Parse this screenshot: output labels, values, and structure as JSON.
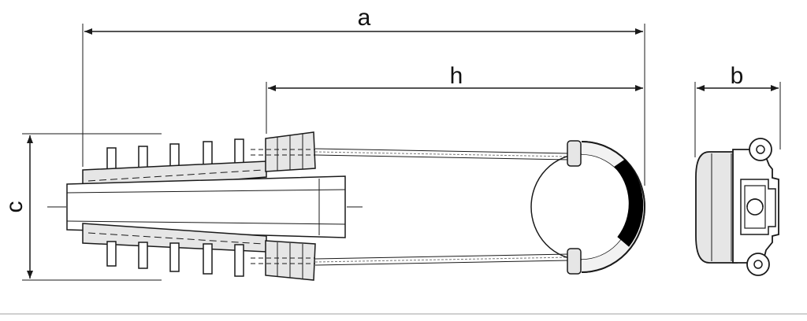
{
  "dimensions": {
    "a": "a",
    "h": "h",
    "b": "b",
    "c": "c"
  },
  "colors": {
    "line": "#1a1a1a",
    "fill_light": "#e6e6e6",
    "fill_mid": "#d7d7d7",
    "band": "#000000",
    "background": "#ffffff"
  }
}
